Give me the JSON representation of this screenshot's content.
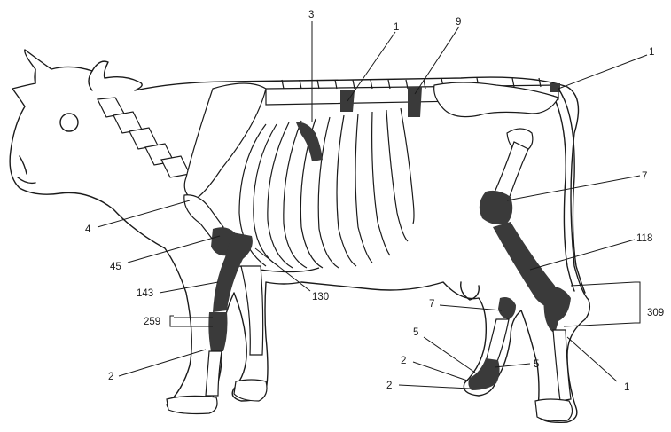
{
  "diagram": {
    "labels": [
      {
        "id": "lbl-3",
        "text": "3"
      },
      {
        "id": "lbl-1-top",
        "text": "1"
      },
      {
        "id": "lbl-9",
        "text": "9"
      },
      {
        "id": "lbl-1-tail",
        "text": "1"
      },
      {
        "id": "lbl-7-hip",
        "text": "7"
      },
      {
        "id": "lbl-118",
        "text": "118"
      },
      {
        "id": "lbl-4",
        "text": "4"
      },
      {
        "id": "lbl-45",
        "text": "45"
      },
      {
        "id": "lbl-130",
        "text": "130"
      },
      {
        "id": "lbl-143",
        "text": "143"
      },
      {
        "id": "lbl-259",
        "text": "259"
      },
      {
        "id": "lbl-309",
        "text": "309"
      },
      {
        "id": "lbl-7-hock",
        "text": "7"
      },
      {
        "id": "lbl-5-a",
        "text": "5"
      },
      {
        "id": "lbl-5-b",
        "text": "5"
      },
      {
        "id": "lbl-2-a",
        "text": "2"
      },
      {
        "id": "lbl-2-b",
        "text": "2"
      },
      {
        "id": "lbl-2-front",
        "text": "2"
      },
      {
        "id": "lbl-1-hind",
        "text": "1"
      }
    ],
    "colors": {
      "highlight": "#3a3a3a",
      "line": "#1a1a1a",
      "background": "#ffffff"
    }
  }
}
